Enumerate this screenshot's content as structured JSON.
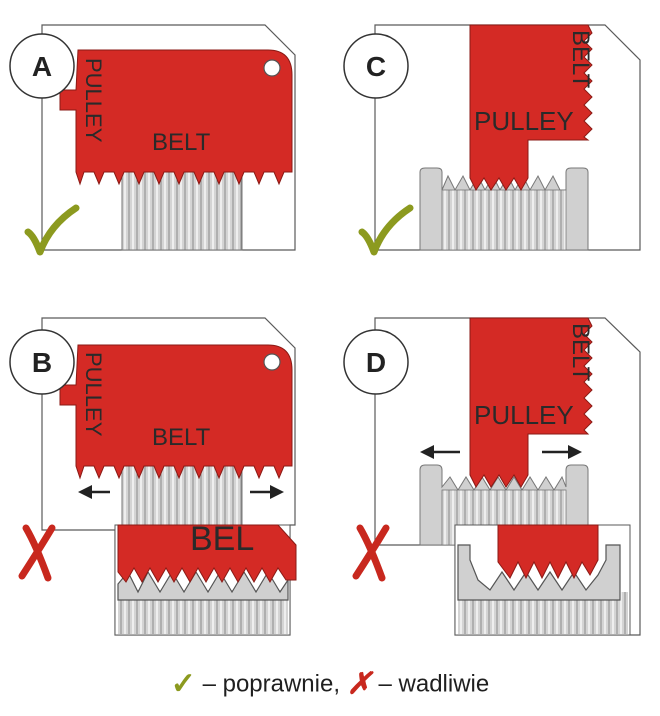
{
  "colors": {
    "belt_red": "#d42a25",
    "pulley_gray": "#cfcfcf",
    "check_green": "#8c9a1f",
    "cross_red": "#c8281e",
    "outline": "#4a4a4a"
  },
  "panels": {
    "a": {
      "letter": "A",
      "pulley_text": "PULLEY",
      "belt_text": "BELT",
      "mark": "check-icon"
    },
    "b": {
      "letter": "B",
      "pulley_text": "PULLEY",
      "belt_text": "BELT",
      "mark": "cross-icon",
      "detail_text": "BEL"
    },
    "c": {
      "letter": "C",
      "pulley_text": "PULLEY",
      "belt_text": "BELT",
      "mark": "check-icon"
    },
    "d": {
      "letter": "D",
      "pulley_text": "PULLEY",
      "belt_text": "BELT",
      "mark": "cross-icon"
    }
  },
  "legend": {
    "correct_icon": "✓",
    "correct_text": "– poprawnie,",
    "wrong_icon": "✗",
    "wrong_text": "– wadliwie"
  }
}
